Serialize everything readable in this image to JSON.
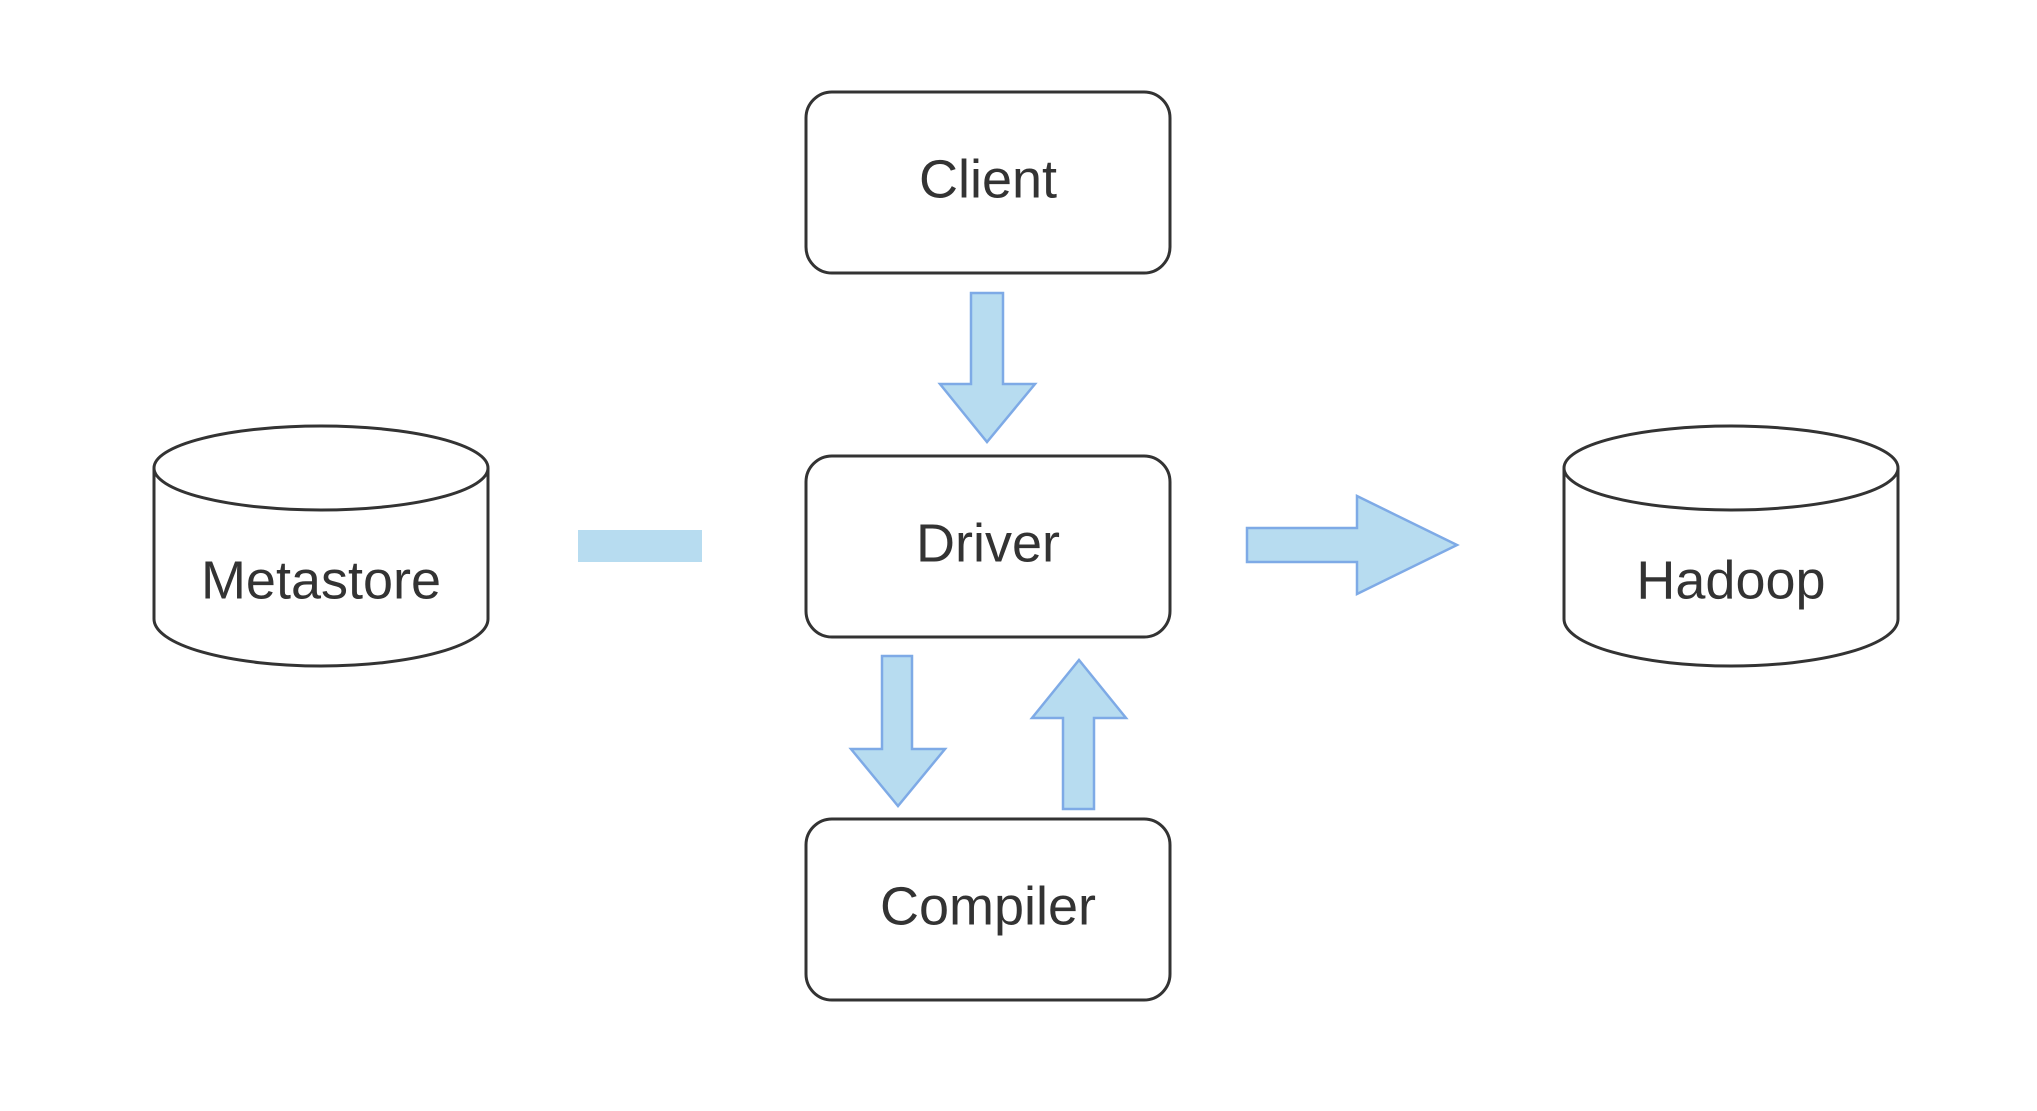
{
  "diagram": {
    "nodes": {
      "client": "Client",
      "driver": "Driver",
      "compiler": "Compiler",
      "metastore": "Metastore",
      "hadoop": "Hadoop"
    }
  },
  "colors": {
    "box_stroke": "#333333",
    "text": "#333333",
    "arrow_fill": "#b7dcf0",
    "arrow_stroke": "#7eaae6",
    "connector_fill": "#b7dcf0",
    "background": "#ffffff"
  }
}
